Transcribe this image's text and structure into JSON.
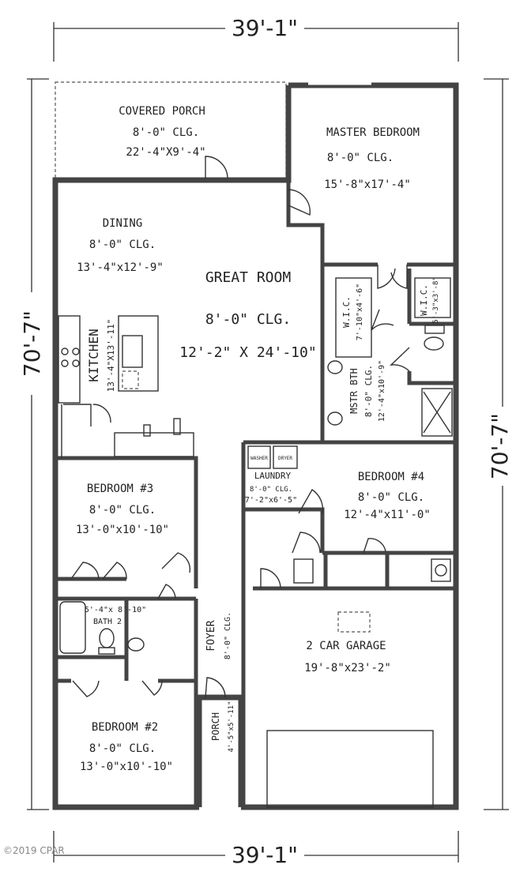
{
  "dimensions": {
    "top_width": "39'-1\"",
    "bottom_width": "39'-1\"",
    "left_depth": "70'-7\"",
    "right_depth": "70'-7\""
  },
  "rooms": {
    "covered_porch": {
      "name": "COVERED PORCH",
      "ceiling": "8'-0\" CLG.",
      "size": "22'-4\"X9'-4\""
    },
    "master_bedroom": {
      "name": "MASTER BEDROOM",
      "ceiling": "8'-0\" CLG.",
      "size": "15'-8\"x17'-4\""
    },
    "dining": {
      "name": "DINING",
      "ceiling": "8'-0\" CLG.",
      "size": "13'-4\"x12'-9\""
    },
    "great_room": {
      "name": "GREAT ROOM",
      "ceiling": "8'-0\" CLG.",
      "size": "12'-2\" X 24'-10\""
    },
    "kitchen": {
      "name": "KITCHEN",
      "size": "13'-4\"X13'-11\""
    },
    "wic_1": {
      "name": "W.I.C.",
      "size": "7'-10\"x4'-6\""
    },
    "wic_2": {
      "name": "W.I.C.",
      "size": "5'-3\"x3'-8\""
    },
    "mstr_bath": {
      "name": "MSTR BTH",
      "ceiling": "8'-0\" CLG.",
      "size": "12'-4\"x10'-9\""
    },
    "laundry": {
      "name": "LAUNDRY",
      "ceiling": "8'-0\" CLG.",
      "size": "7'-2\"x6'-5\""
    },
    "bedroom_4": {
      "name": "BEDROOM #4",
      "ceiling": "8'-0\" CLG.",
      "size": "12'-4\"x11'-0\""
    },
    "bedroom_3": {
      "name": "BEDROOM #3",
      "ceiling": "8'-0\" CLG.",
      "size": "13'-0\"x10'-10\""
    },
    "bath_2": {
      "name": "BATH 2",
      "size": "5'-4\"x 8'-10\""
    },
    "foyer": {
      "name": "FOYER",
      "ceiling": "8'-0\" CLG."
    },
    "garage": {
      "name": "2 CAR GARAGE",
      "size": "19'-8\"x23'-2\""
    },
    "porch": {
      "name": "PORCH",
      "size": "4'-5\"x5'-11\""
    },
    "bedroom_2": {
      "name": "BEDROOM #2",
      "ceiling": "8'-0\" CLG.",
      "size": "13'-0\"x10'-10\""
    }
  },
  "fixtures": {
    "washer": "WASHER",
    "dryer": "DRYER"
  },
  "copyright": "©2019 CPAR"
}
